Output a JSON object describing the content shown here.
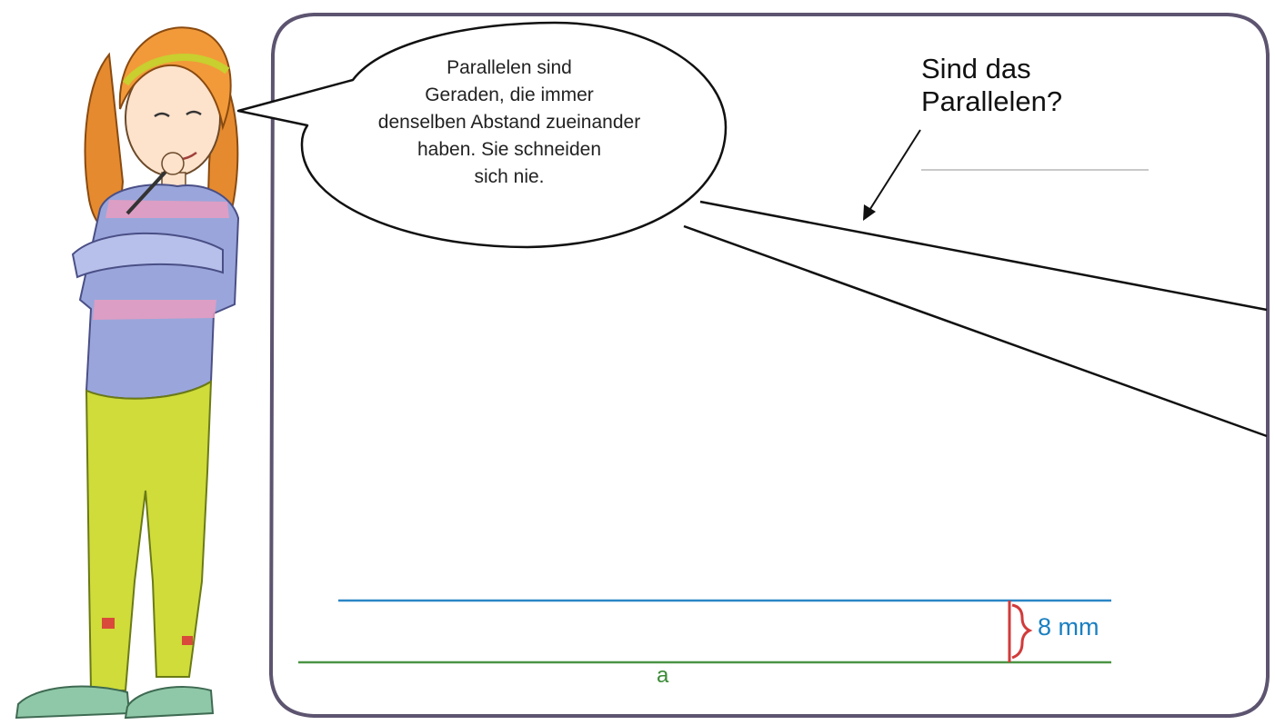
{
  "speech_bubble": {
    "lines": [
      "Parallelen sind",
      "Geraden, die immer",
      "denselben Abstand zueinander",
      "haben. Sie schneiden",
      "sich nie."
    ]
  },
  "question": {
    "lines": [
      "Sind das",
      "Parallelen?"
    ]
  },
  "measurement": {
    "distance_label": "8 mm"
  },
  "line_label": "a",
  "colors": {
    "frame": "#5d5470",
    "upper_line": "#2b86c6",
    "lower_line": "#4b9444",
    "brace": "#d23b3b",
    "distance_text": "#1a7fc1",
    "answer_line": "#c9c9c9"
  },
  "icons": {
    "girl": "cartoon-girl-illustration",
    "arrow": "pointer-arrow"
  }
}
